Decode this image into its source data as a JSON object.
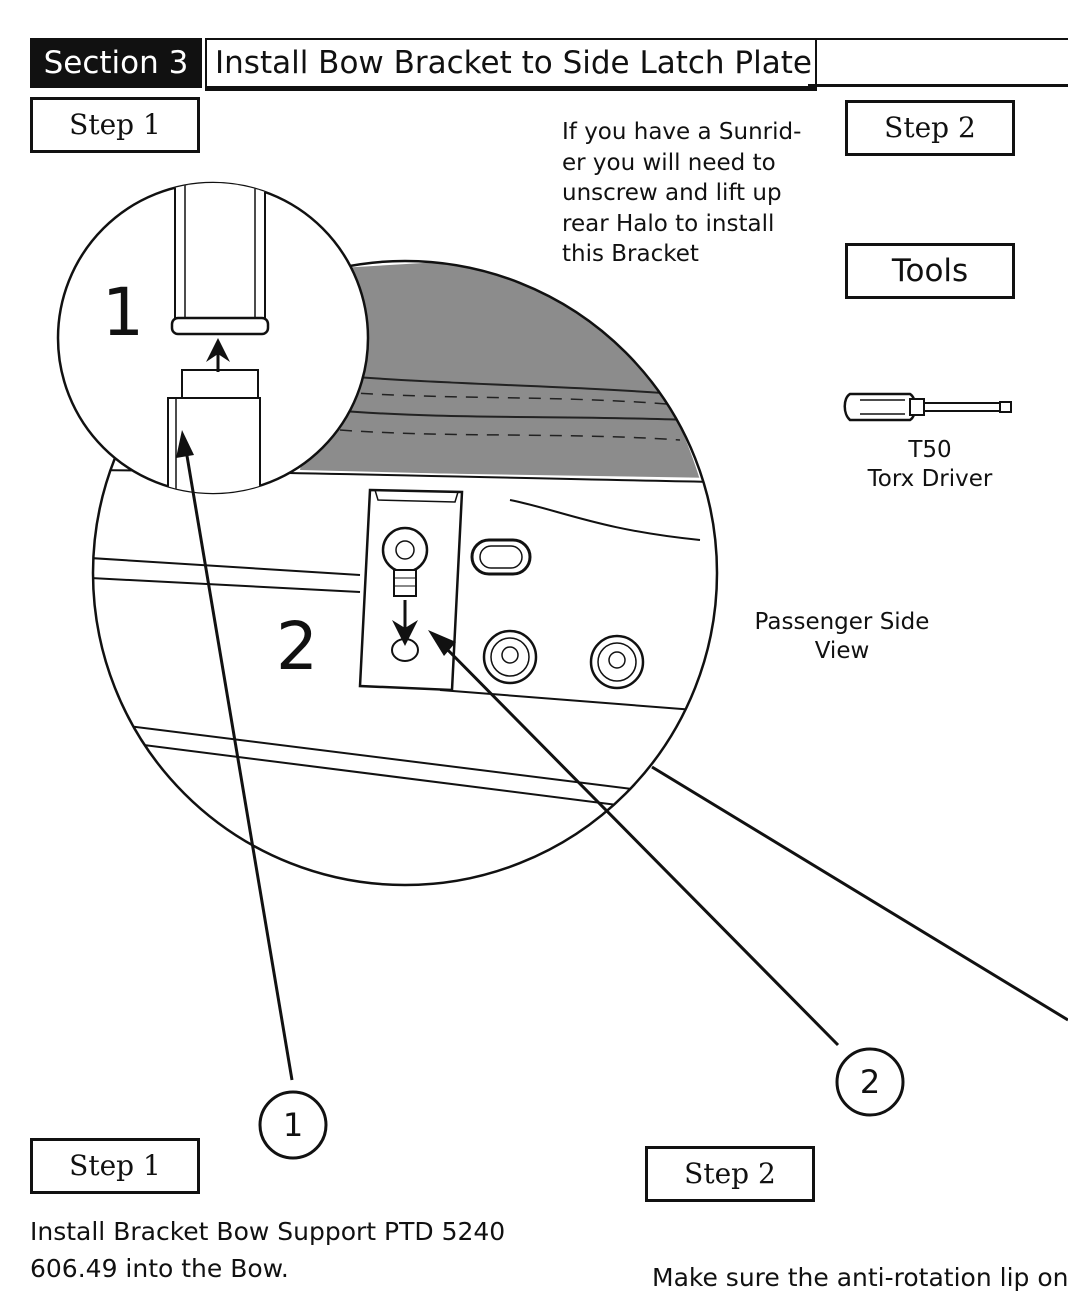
{
  "header": {
    "section_label": "Section 3",
    "title": "Install Bow Bracket to Side Latch Plate"
  },
  "steps": {
    "top_step1": "Step 1",
    "top_step2": "Step 2",
    "bottom_step1": "Step 1",
    "bottom_step2": "Step 2"
  },
  "note": {
    "lines": [
      "If you have a Sunrid-",
      "er you will need to",
      "unscrew and lift up",
      "rear Halo to install",
      "this Bracket"
    ]
  },
  "tools": {
    "label": "Tools",
    "driver_line1": "T50",
    "driver_line2": "Torx Driver",
    "icon": "screwdriver-icon"
  },
  "view_label": {
    "line1": "Passenger Side",
    "line2": "View"
  },
  "callouts": {
    "inset_number": "1",
    "detail_number": "2",
    "circle1": "1",
    "circle2": "2"
  },
  "instructions": {
    "step1_line1": "Install Bracket Bow Support PTD 5240",
    "step1_line2": "606.49 into the Bow.",
    "step2_line1": "Make sure the anti-rotation lip on"
  }
}
